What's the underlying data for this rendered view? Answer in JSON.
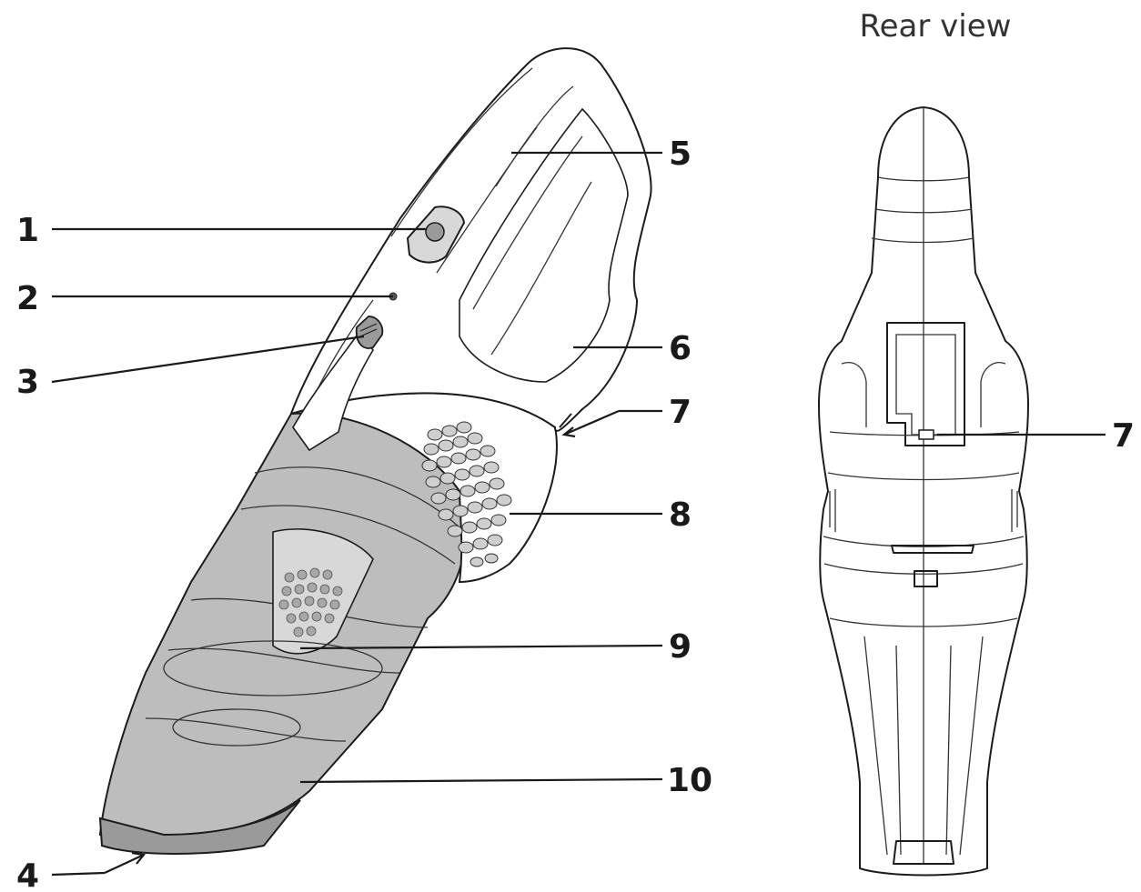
{
  "title": "Rear view",
  "callouts": {
    "c1": "1",
    "c2": "2",
    "c3": "3",
    "c4": "4",
    "c5": "5",
    "c6": "6",
    "c7": "7",
    "c8": "8",
    "c9": "9",
    "c10": "10",
    "rear7": "7"
  },
  "colors": {
    "line": "#1a1a1a",
    "body": "#ffffff",
    "dust_cup": "#bdbdbd",
    "dust_cup_dark": "#9a9a9a",
    "filter": "#d8d8d8"
  }
}
